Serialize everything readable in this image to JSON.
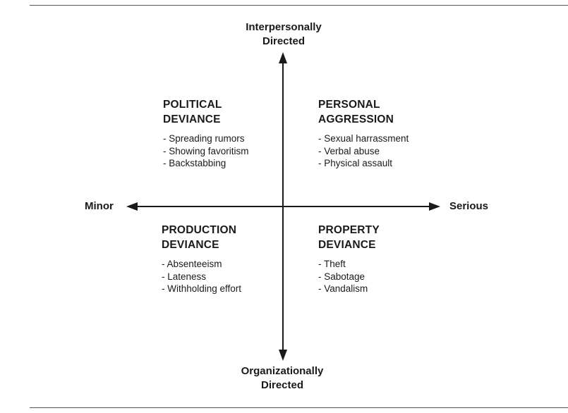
{
  "axes": {
    "top": [
      "Interpersonally",
      "Directed"
    ],
    "bottom": [
      "Organizationally",
      "Directed"
    ],
    "left": "Minor",
    "right": "Serious"
  },
  "quadrants": {
    "top_left": {
      "title": [
        "POLITICAL",
        "DEVIANCE"
      ],
      "items": [
        "- Spreading rumors",
        "- Showing favoritism",
        "- Backstabbing"
      ]
    },
    "top_right": {
      "title": [
        "PERSONAL",
        "AGGRESSION"
      ],
      "items": [
        "- Sexual harrassment",
        "- Verbal abuse",
        "- Physical assault"
      ]
    },
    "bottom_left": {
      "title": [
        "PRODUCTION",
        "DEVIANCE"
      ],
      "items": [
        "- Absenteeism",
        "- Lateness",
        "- Withholding effort"
      ]
    },
    "bottom_right": {
      "title": [
        "PROPERTY",
        "DEVIANCE"
      ],
      "items": [
        "- Theft",
        "- Sabotage",
        "- Vandalism"
      ]
    }
  }
}
